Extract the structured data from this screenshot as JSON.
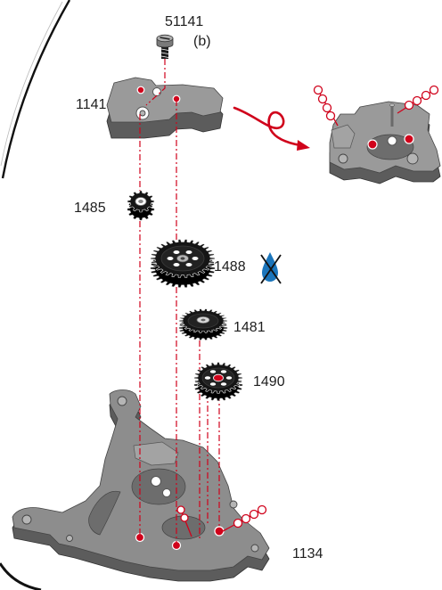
{
  "parts": {
    "screw": {
      "number": "51141",
      "variant": "(b)"
    },
    "bridge": {
      "number": "1141"
    },
    "pinion": {
      "number": "1485"
    },
    "large_wheel": {
      "number": "1488"
    },
    "middle_wheel": {
      "number": "1481"
    },
    "lower_wheel": {
      "number": "1490"
    },
    "main_plate": {
      "number": "1134"
    }
  },
  "icons": {
    "no_oil": "no-lubrication-icon",
    "flip": "flip-arrow-icon",
    "oil_point": "lubrication-point-icon",
    "screw": "screw-icon",
    "wheel": "gear-icon"
  },
  "colors": {
    "accent": "#d0021b",
    "oil": "#1b75bb",
    "part": "#8d8d8d",
    "part_side": "#5c5c5c",
    "wheel": "#151515"
  }
}
